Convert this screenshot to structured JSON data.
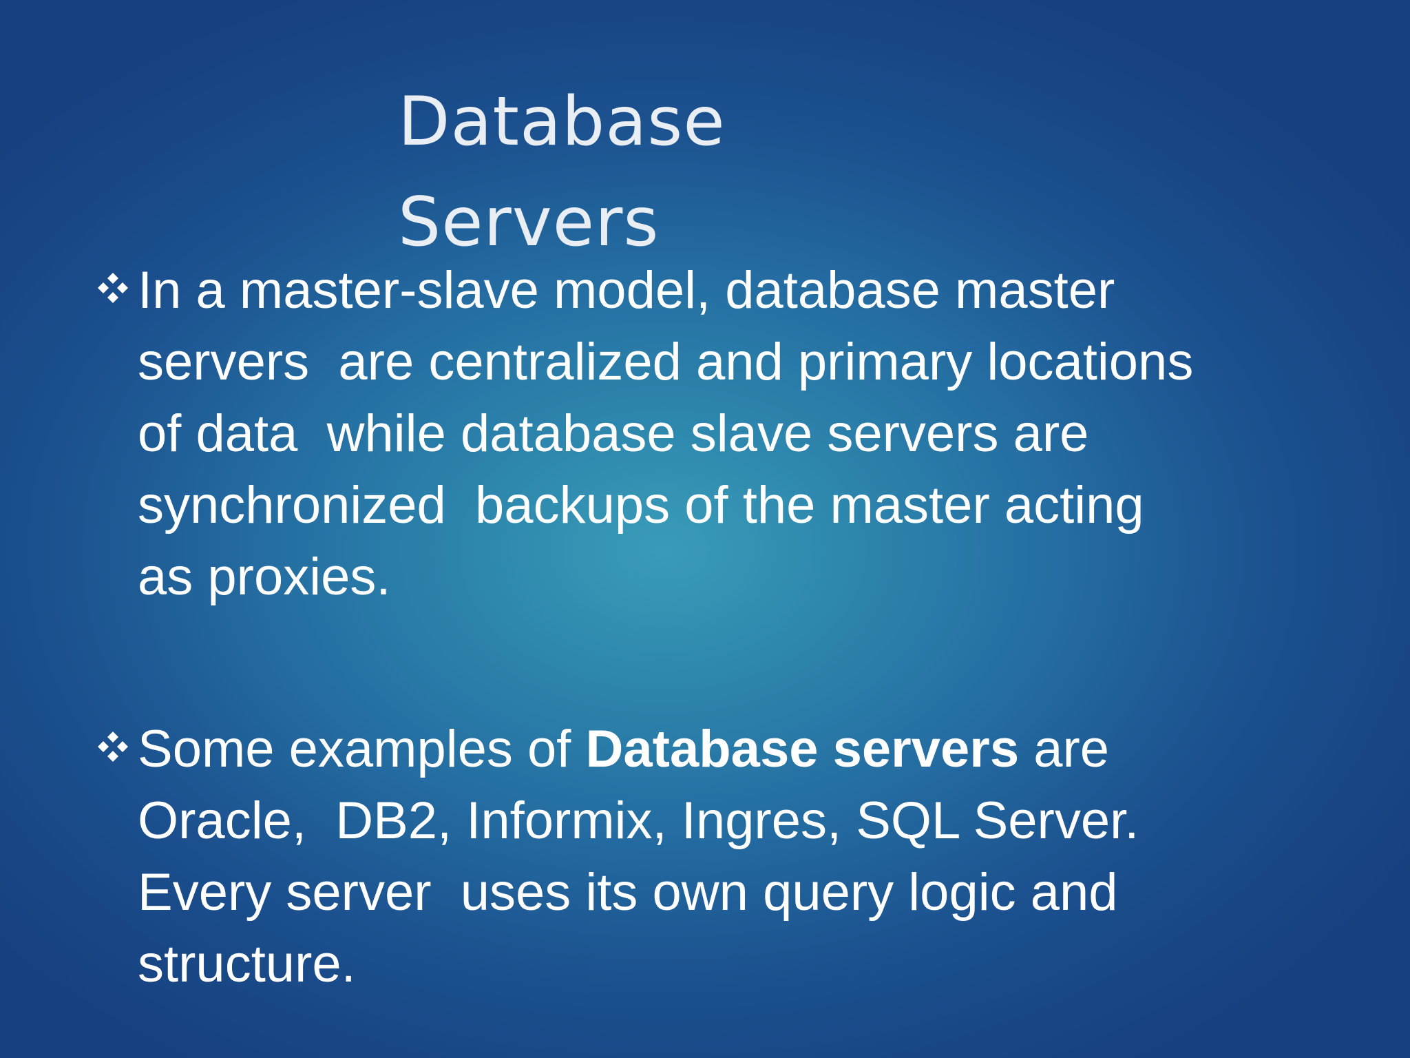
{
  "slide": {
    "title_lines": [
      "Database",
      "Servers"
    ],
    "bullet_icon": "four-diamond-bullet-icon",
    "bullets": [
      {
        "lines": [
          "In a master-slave model, database master",
          "servers  are centralized and primary locations",
          "of data  while database slave servers are",
          "synchronized  backups of the master acting",
          "as proxies."
        ]
      },
      {
        "line1_before": "Some examples of ",
        "line1_bold": "Database servers",
        "line1_after": " are",
        "lines_rest": [
          "Oracle,  DB2, Informix, Ingres, SQL Server.",
          "Every server  uses its own query logic and",
          "structure."
        ]
      }
    ],
    "colors": {
      "background_center": "#3a9cb8",
      "background_edge": "#17407f",
      "title": "#e8eef4",
      "text": "#ffffff"
    }
  }
}
